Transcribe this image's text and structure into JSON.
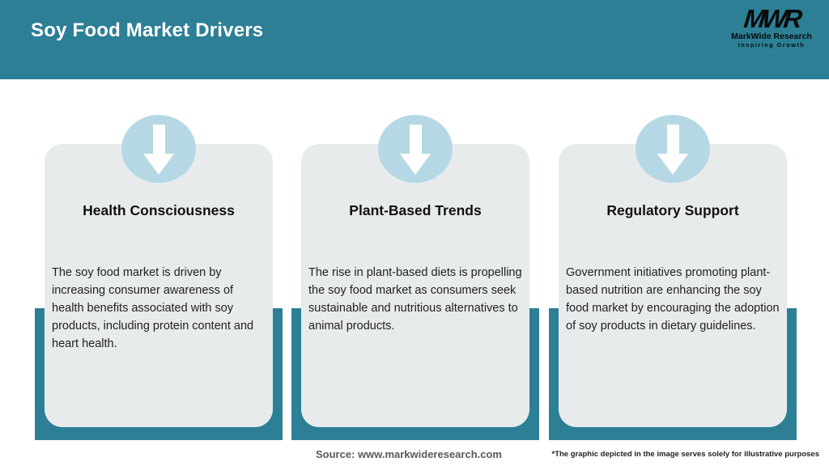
{
  "header": {
    "title": "Soy Food Market Drivers"
  },
  "logo": {
    "monogram": "MWR",
    "name": "MarkWide Research",
    "tagline": "Inspiring Growth"
  },
  "cards": [
    {
      "icon": "arrow-down-icon",
      "title": "Health Consciousness",
      "description": "The soy food market is driven by increasing consumer awareness of health benefits associated with soy products, including protein content and heart health."
    },
    {
      "icon": "arrow-down-icon",
      "title": "Plant-Based Trends",
      "description": "The rise in plant-based diets is propelling the soy food market as consumers seek sustainable and nutritious alternatives to animal products."
    },
    {
      "icon": "arrow-down-icon",
      "title": "Regulatory Support",
      "description": "Government initiatives promoting plant-based nutrition are enhancing the soy food market by encouraging the adoption of soy products in dietary guidelines."
    }
  ],
  "footer": {
    "source": "Source: www.markwideresearch.com",
    "disclaimer": "*The graphic depicted in the image serves solely for illustrative purposes"
  },
  "colors": {
    "accent_teal": "#2D7F96",
    "card_background": "#E8EBEC",
    "icon_circle_blue": "#B5D8E4",
    "title_text": "#111111",
    "body_text": "#212121",
    "source_text": "#58595B",
    "header_text": "#FFFFFF",
    "logo_text": "#0B0B0B"
  }
}
